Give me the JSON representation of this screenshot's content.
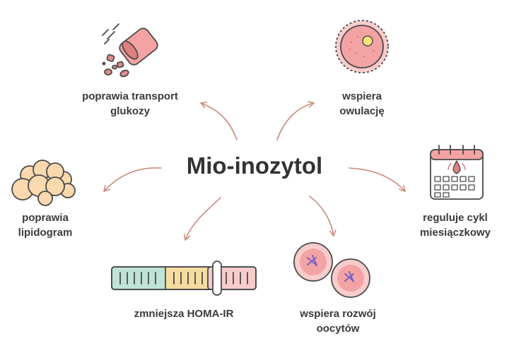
{
  "title": "Mio-inozytol",
  "benefits": [
    {
      "id": "glucose",
      "icon": "glucose-transport-icon",
      "lines": [
        "poprawia transport",
        "glukozy"
      ]
    },
    {
      "id": "ovulation",
      "icon": "egg-cell-icon",
      "lines": [
        "wspiera",
        "owulację"
      ]
    },
    {
      "id": "lipids",
      "icon": "fat-cells-icon",
      "lines": [
        "poprawia",
        "lipidogram"
      ]
    },
    {
      "id": "cycle",
      "icon": "calendar-icon",
      "lines": [
        "reguluje cykl",
        "miesiączkowy"
      ]
    },
    {
      "id": "homa",
      "icon": "homa-scale-icon",
      "lines": [
        "zmniejsza HOMA-IR"
      ]
    },
    {
      "id": "oocytes",
      "icon": "oocytes-icon",
      "lines": [
        "wspiera rozwój",
        "oocytów"
      ]
    }
  ],
  "colors": {
    "text": "#3a3a3a",
    "outline": "#4a4a4a",
    "pink": "#f3a3a3",
    "pink_light": "#f9cccc",
    "peach": "#f9d9ad",
    "arrow": "#c88a7c",
    "mint": "#bfe3d6",
    "yellow": "#f7dca0"
  }
}
